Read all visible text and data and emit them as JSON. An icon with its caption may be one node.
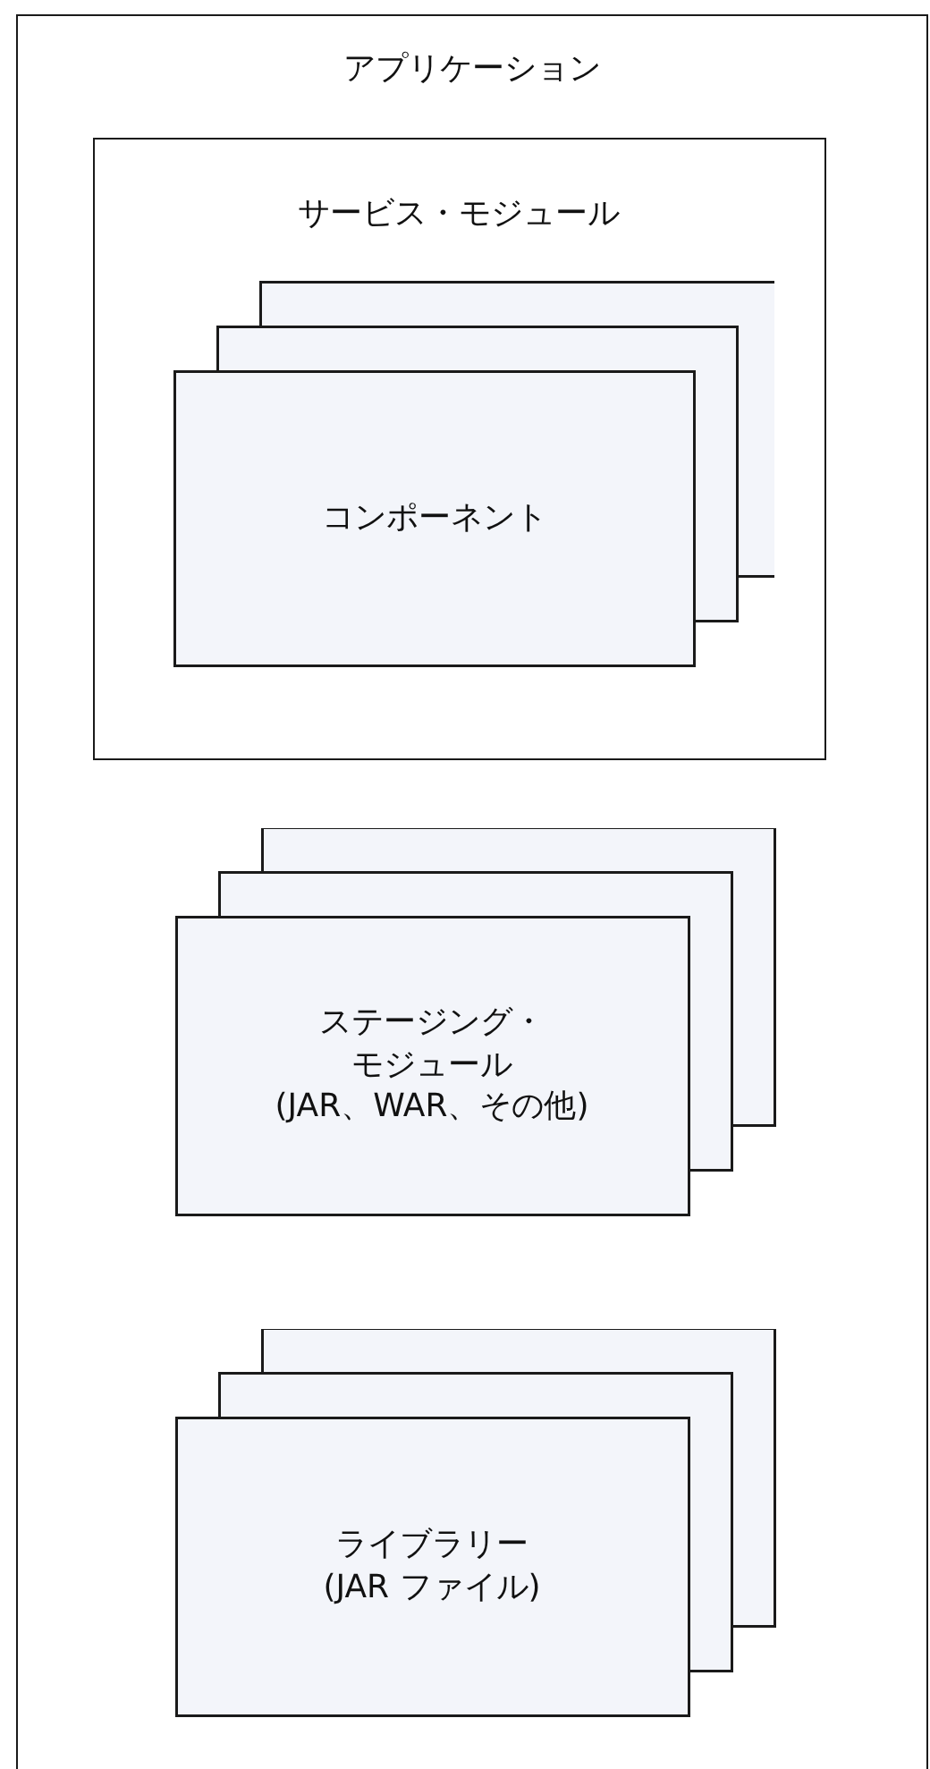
{
  "diagram": {
    "nodes": [
      {
        "text": [
          "アプリケーション"
        ]
      },
      {
        "text": [
          "サービス・モジュール"
        ],
        "in": 0
      },
      {
        "text": [
          "コンポーネント"
        ],
        "in": 1
      },
      {
        "text": [
          "ステージング・モジュール",
          "(JAR、WAR、その他)"
        ],
        "in": 0
      },
      {
        "text": [
          "ライブラリー",
          "(JAR ファイル)"
        ],
        "in": 0
      }
    ]
  }
}
